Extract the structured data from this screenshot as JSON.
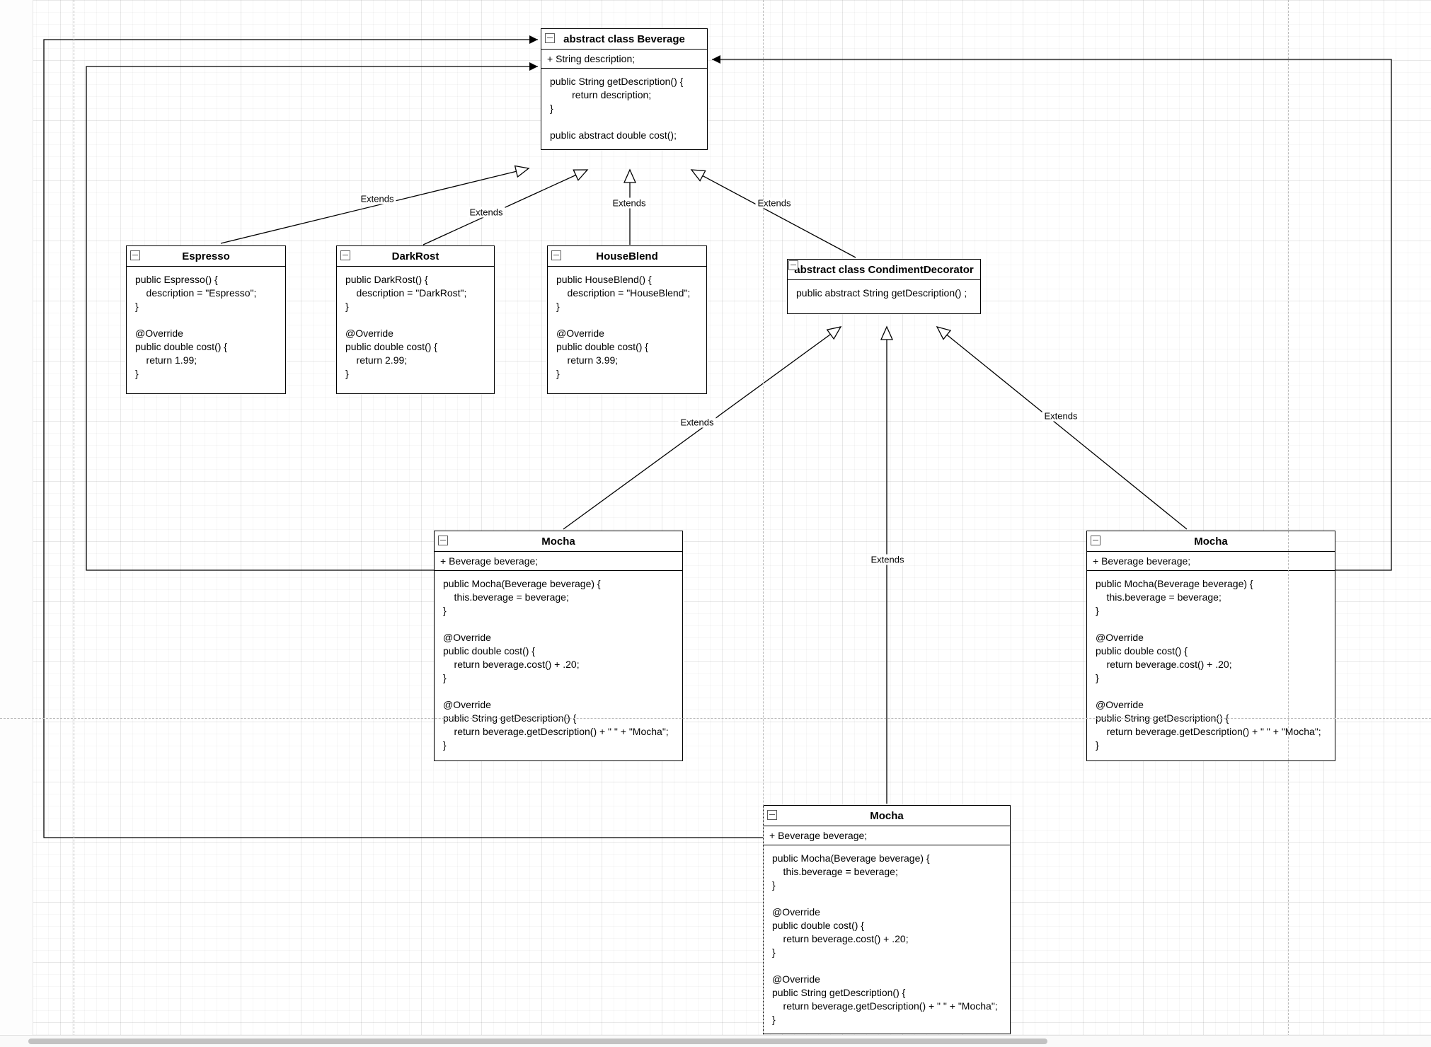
{
  "labels": {
    "extends": "Extends"
  },
  "colors": {
    "stroke": "#000000",
    "guide": "#b9b9b9",
    "box_fill": "#ffffff"
  },
  "classes": {
    "beverage": {
      "title": "abstract class Beverage",
      "field": "+ String description;",
      "body": "public String getDescription() {\n        return description;\n}\n\npublic abstract double cost();"
    },
    "espresso": {
      "title": "Espresso",
      "body": "public Espresso() {\n    description = \"Espresso\";\n}\n\n@Override\npublic double cost() {\n    return 1.99;\n}"
    },
    "darkrost": {
      "title": "DarkRost",
      "body": "public DarkRost() {\n    description = \"DarkRost\";\n}\n\n@Override\npublic double cost() {\n    return 2.99;\n}"
    },
    "houseblend": {
      "title": "HouseBlend",
      "body": "public HouseBlend() {\n    description = \"HouseBlend\";\n}\n\n@Override\npublic double cost() {\n    return 3.99;\n}"
    },
    "condiment_decorator": {
      "title": "abstract class CondimentDecorator",
      "body": "public abstract String getDescription() ;"
    },
    "mocha": {
      "title": "Mocha",
      "field": "+ Beverage beverage;",
      "body": "public Mocha(Beverage beverage) {\n    this.beverage = beverage;\n}\n\n@Override\npublic double cost() {\n    return beverage.cost() + .20;\n}\n\n@Override\npublic String getDescription() {\n    return beverage.getDescription() + \" \" + \"Mocha\";\n}"
    }
  }
}
